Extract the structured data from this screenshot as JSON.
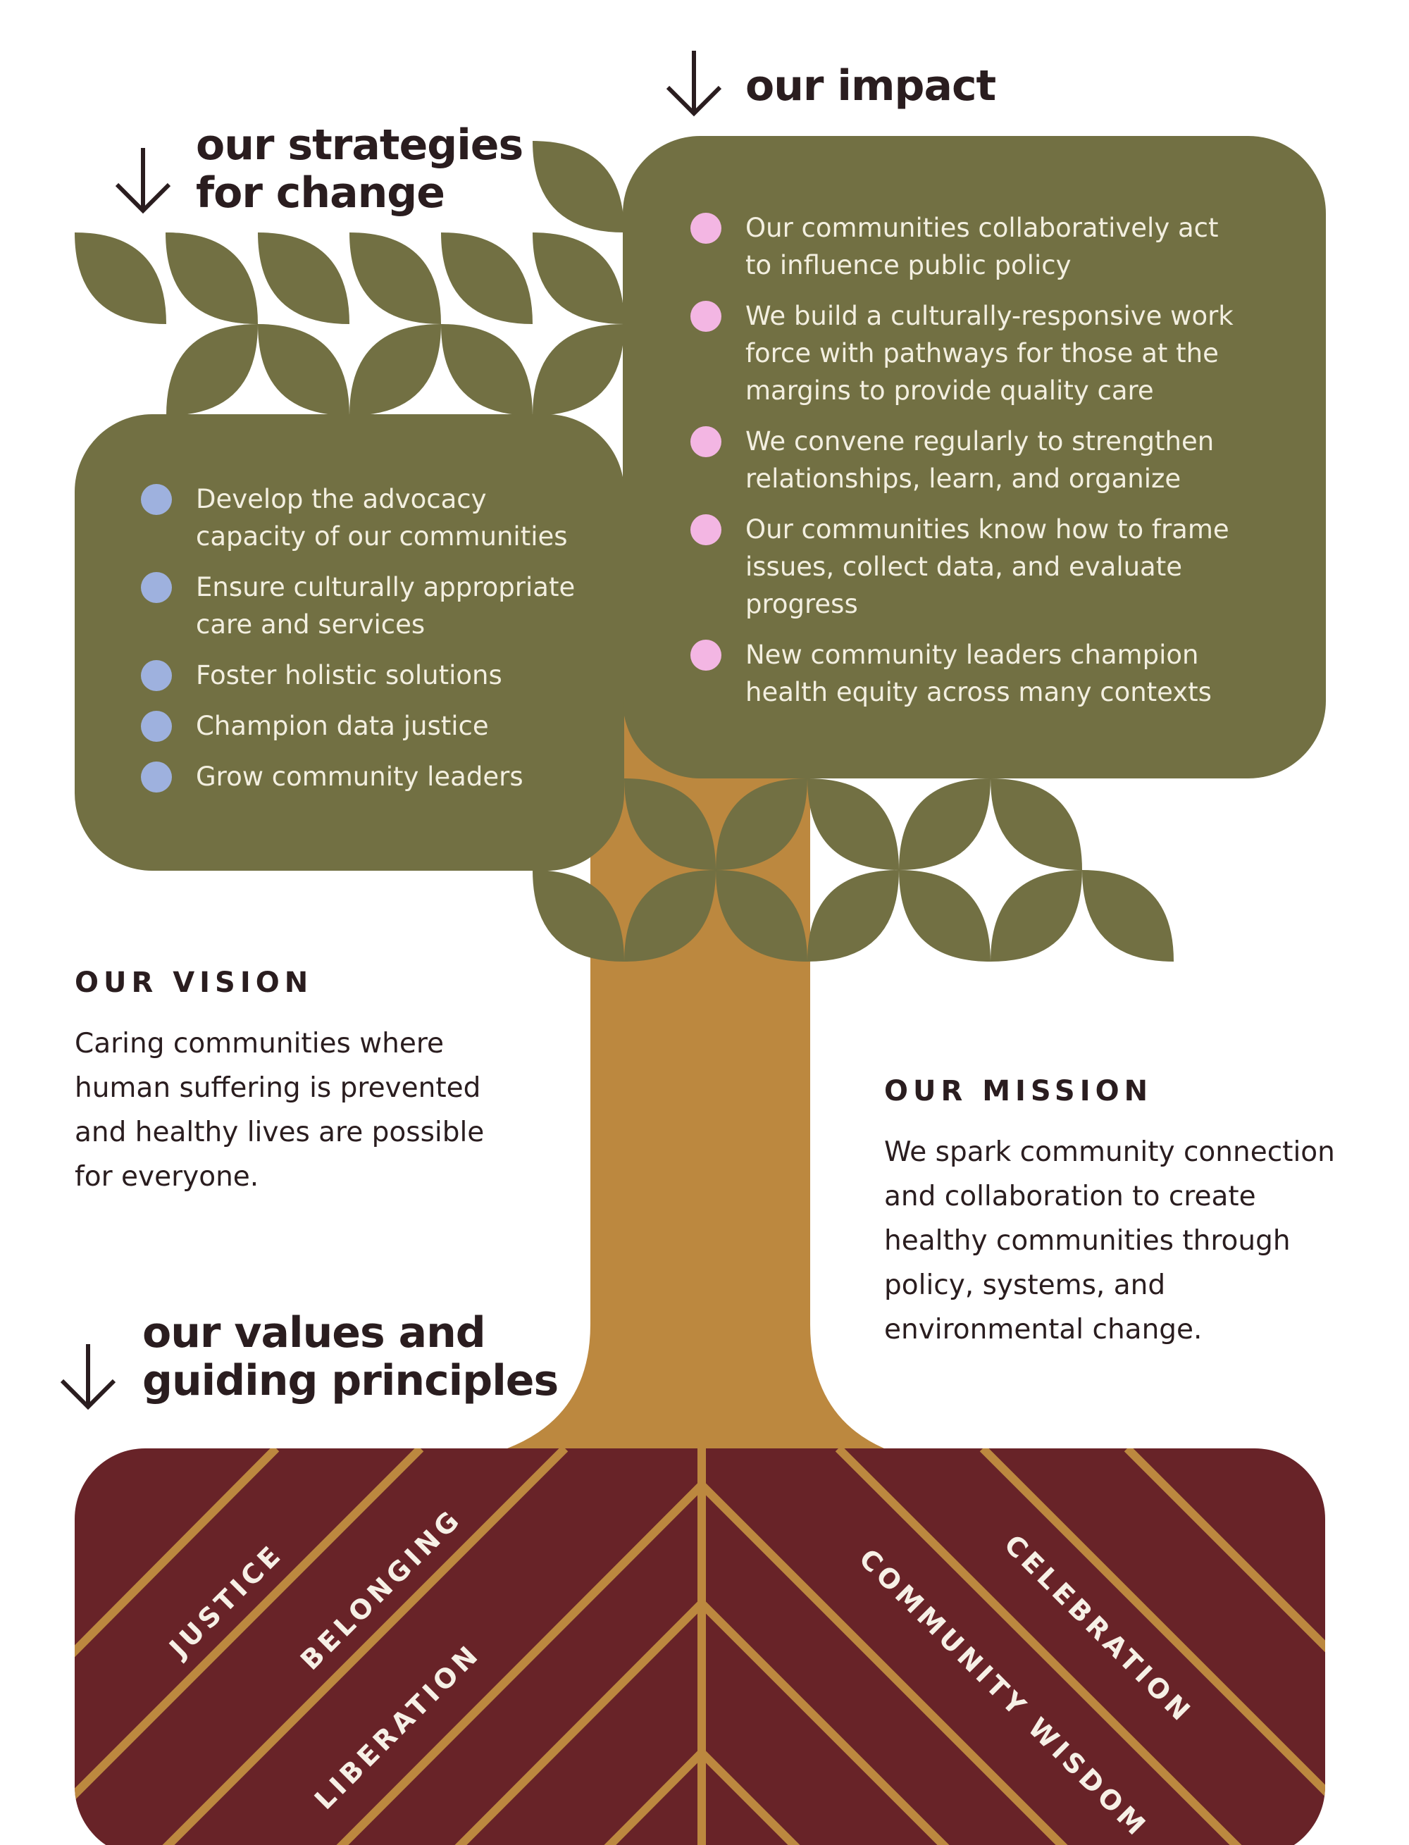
{
  "headings": {
    "impact": "our impact",
    "strategies_line1": "our strategies",
    "strategies_line2": "for change",
    "values_line1": "our values and",
    "values_line2": "guiding principles"
  },
  "impact_items": [
    "Our communities collaboratively act to influence public policy",
    "We build a culturally-responsive work force with pathways for those at the margins to provide quality care",
    "We convene regularly to strengthen relationships, learn, and organize",
    "Our communities know how to frame issues, collect data, and evaluate progress",
    "New community leaders champion health equity across many contexts"
  ],
  "strategy_items": [
    "Develop the advocacy capacity of our communities",
    "Ensure culturally appropriate care and services",
    "Foster holistic solutions",
    "Champion data justice",
    "Grow community leaders"
  ],
  "vision": {
    "title": "OUR VISION",
    "text": "Caring communities where human suffering is prevented and healthy lives are possible for everyone."
  },
  "mission": {
    "title": "OUR MISSION",
    "text": "We spark community connection and collaboration to create healthy communities through policy, systems, and environmental change."
  },
  "values": {
    "justice": "JUSTICE",
    "belonging": "BELONGING",
    "liberation": "LIBERATION",
    "community_wisdom": "COMMUNITY WISDOM",
    "celebration": "CELEBRATION"
  },
  "colors": {
    "olive": "#727043",
    "trunk": "#bc883f",
    "roots": "#682328",
    "bullet_strategy": "#9eb1de",
    "bullet_impact": "#f3b6e3",
    "ink": "#2a1d1f",
    "panel_text": "#f3efe0"
  }
}
